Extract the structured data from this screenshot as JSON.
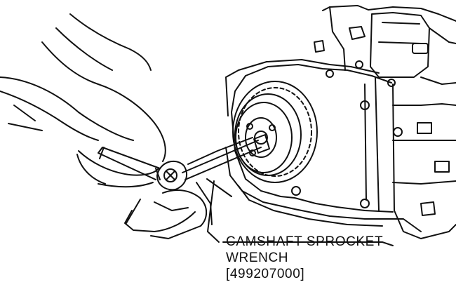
{
  "callout": {
    "line1": "CAMSHAFT SPROCKET",
    "line2": "WRENCH",
    "part_number": "[499207000]"
  },
  "colors": {
    "ink": "#111111",
    "paper": "#ffffff"
  }
}
